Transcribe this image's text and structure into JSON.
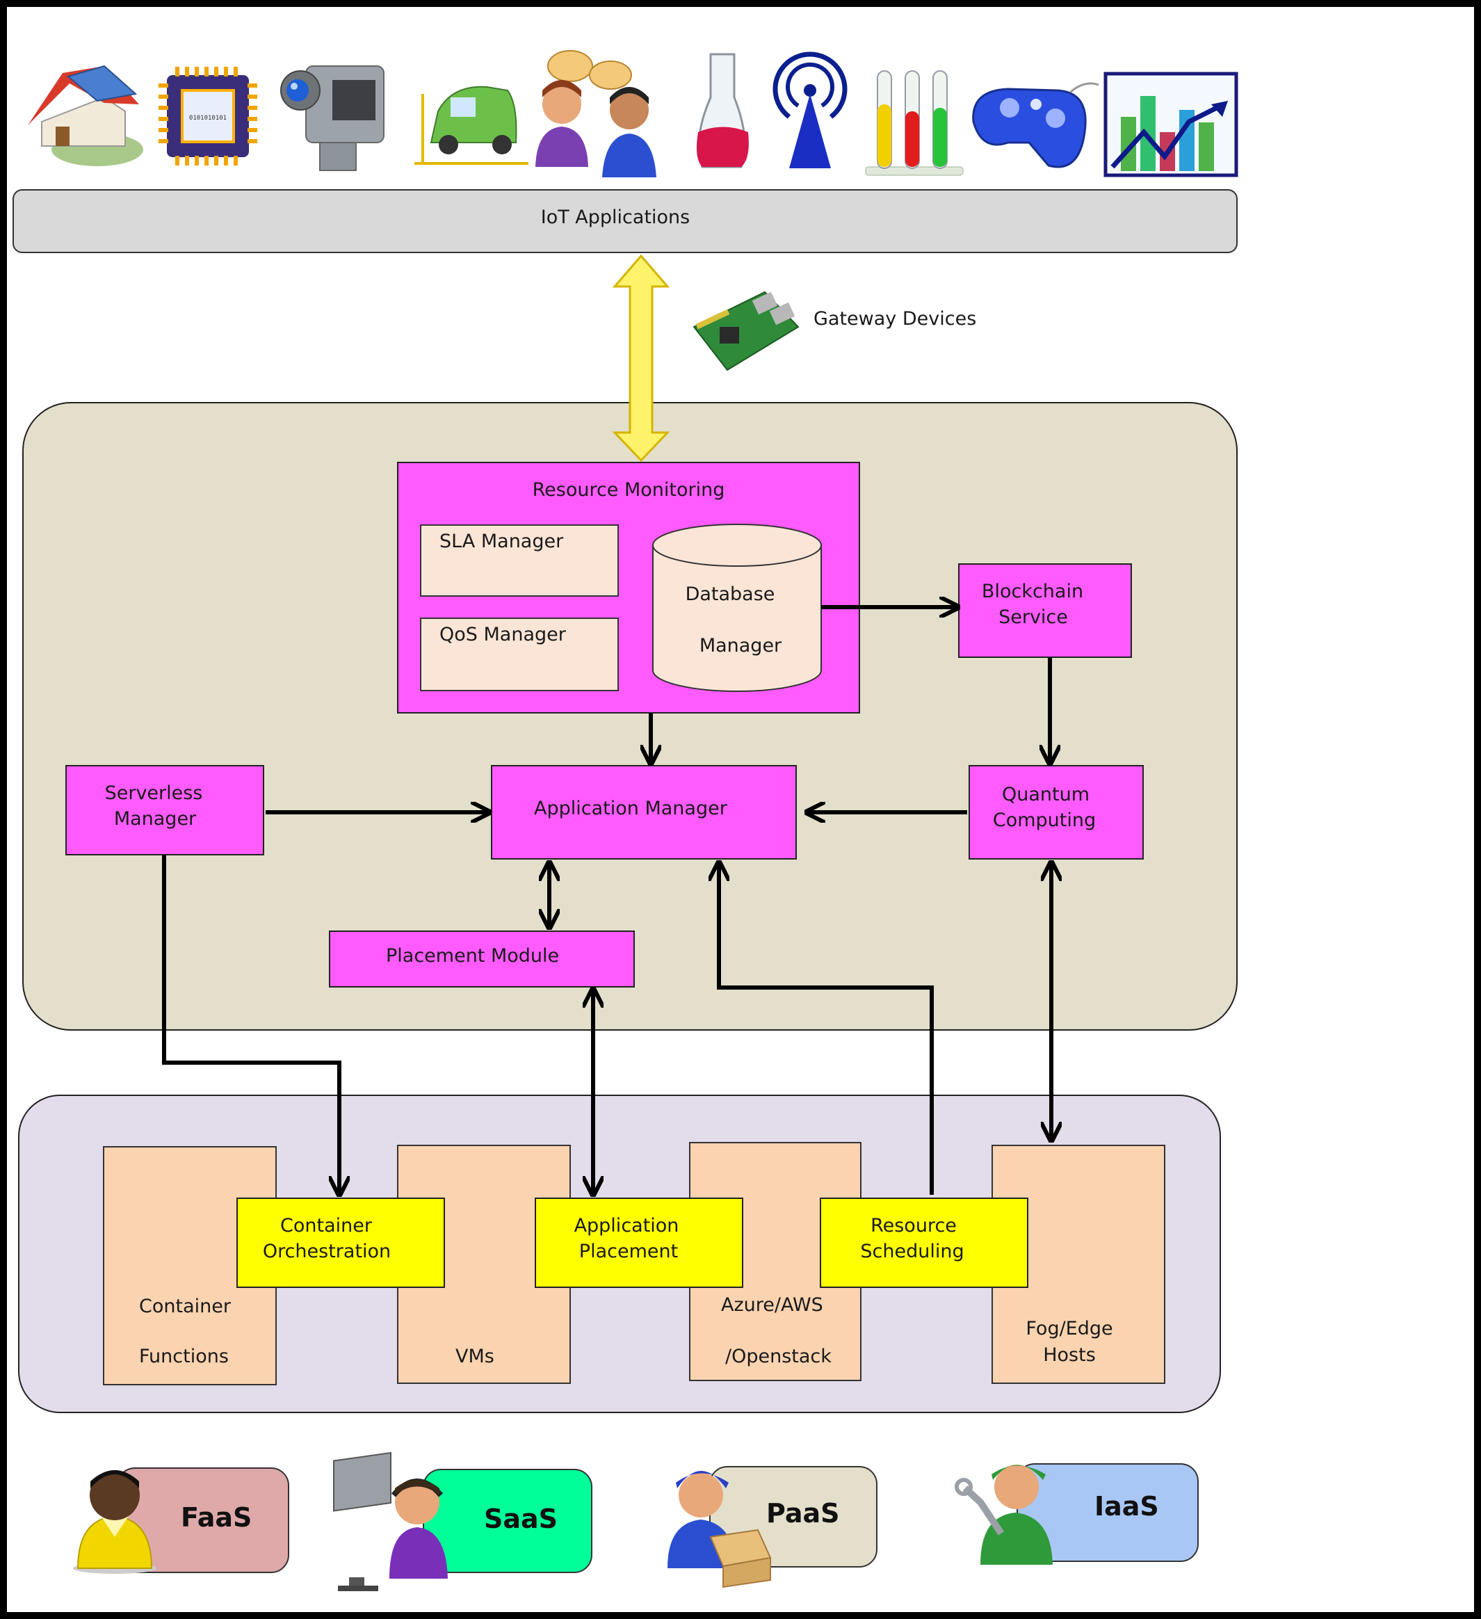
{
  "iot_bar": {
    "label": "IoT Applications"
  },
  "gateway": {
    "label": "Gateway Devices"
  },
  "resource_monitoring": {
    "title": "Resource Monitoring",
    "sla_manager": "SLA Manager",
    "qos_manager": "QoS Manager",
    "database_line1": "Database",
    "database_line2": "Manager"
  },
  "blockchain": {
    "line1": "Blockchain",
    "line2": "Service"
  },
  "serverless": {
    "line1": "Serverless",
    "line2": "Manager"
  },
  "application_manager": {
    "label": "Application Manager"
  },
  "quantum": {
    "line1": "Quantum",
    "line2": "Computing"
  },
  "placement_module": {
    "label": "Placement Module"
  },
  "container_orchestration": {
    "line1": "Container",
    "line2": "Orchestration"
  },
  "application_placement": {
    "line1": "Application",
    "line2": "Placement"
  },
  "resource_scheduling": {
    "line1": "Resource",
    "line2": "Scheduling"
  },
  "container_functions": {
    "line1": "Container",
    "line2": "Functions"
  },
  "vms": {
    "label": "VMs"
  },
  "azure": {
    "line1": "Azure/AWS",
    "line2": "/Openstack"
  },
  "fog": {
    "line1": "Fog/Edge",
    "line2": "Hosts"
  },
  "services": {
    "faas": "FaaS",
    "saas": "SaaS",
    "paas": "PaaS",
    "iaas": "IaaS"
  },
  "colors": {
    "module_pink": "#ff5bff",
    "layer_yellow": "#ffff00",
    "host_peach": "#fad3b0",
    "faas": "#dfa9a9",
    "saas": "#00ff99",
    "paas": "#e3dfcb",
    "iaas": "#a9c7f5"
  },
  "icons": [
    "solar-house-icon",
    "chip-icon",
    "video-camera-icon",
    "car-sensor-icon",
    "users-chat-icon",
    "flask-icon",
    "antenna-icon",
    "test-tubes-icon",
    "gamepad-icon",
    "bar-chart-icon",
    "raspberry-pi-icon",
    "faas-user-icon",
    "saas-operator-icon",
    "paas-worker-icon",
    "iaas-mechanic-icon"
  ]
}
